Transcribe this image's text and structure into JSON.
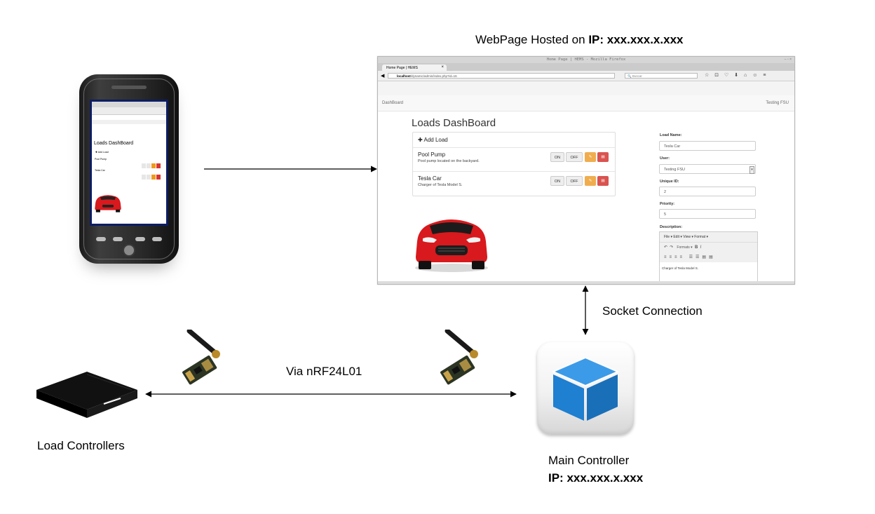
{
  "diagram": {
    "webpage_caption_prefix": "WebPage Hosted on",
    "webpage_caption_ip": "IP: xxx.xxx.x.xxx",
    "socket_label": "Socket Connection",
    "radio_label": "Via nRF24L01",
    "load_controllers_label": "Load Controllers",
    "main_controller_label": "Main Controller",
    "main_controller_ip": "IP: xxx.xxx.x.xxx"
  },
  "browser": {
    "window_title": "Home Page | HEMS - Mozilla Firefox",
    "tab_title": "Home Page | HEMS",
    "url_host": "localhost",
    "url_path": "/dynamic/admin/index.php?id=16",
    "search_placeholder": "Buscar",
    "nav_brand": "DashBoard",
    "nav_user": "Testing FSU"
  },
  "dashboard": {
    "title": "Loads DashBoard",
    "add_load": "Add Load",
    "loads": [
      {
        "name": "Pool Pump",
        "description": "Pool pump located on the backyard."
      },
      {
        "name": "Tesla Car",
        "description": "Charger of Tesla Model S."
      }
    ],
    "btn_on": "ON",
    "btn_off": "OFF"
  },
  "form": {
    "load_name_label": "Load Name:",
    "load_name_value": "Tesla Car",
    "user_label": "User:",
    "user_value": "Testing FSU",
    "unique_id_label": "Unique ID:",
    "unique_id_value": "2",
    "priority_label": "Priority:",
    "priority_value": "5",
    "description_label": "Description:",
    "editor_menu": "File ▾   Edit ▾   View ▾   Format ▾",
    "editor_formats": "Formats ▾",
    "editor_body": "Charger of Tesla Model S."
  },
  "phone_screen": {
    "title": "Loads DashBoard",
    "add_load": "✚ Add Load",
    "row1": "Pool Pump",
    "row2": "Tesla Car"
  },
  "colors": {
    "edit_button": "#f0ad4e",
    "delete_button": "#d9534f",
    "cube_blue": "#1f7fd0",
    "car_red": "#d8191d"
  }
}
